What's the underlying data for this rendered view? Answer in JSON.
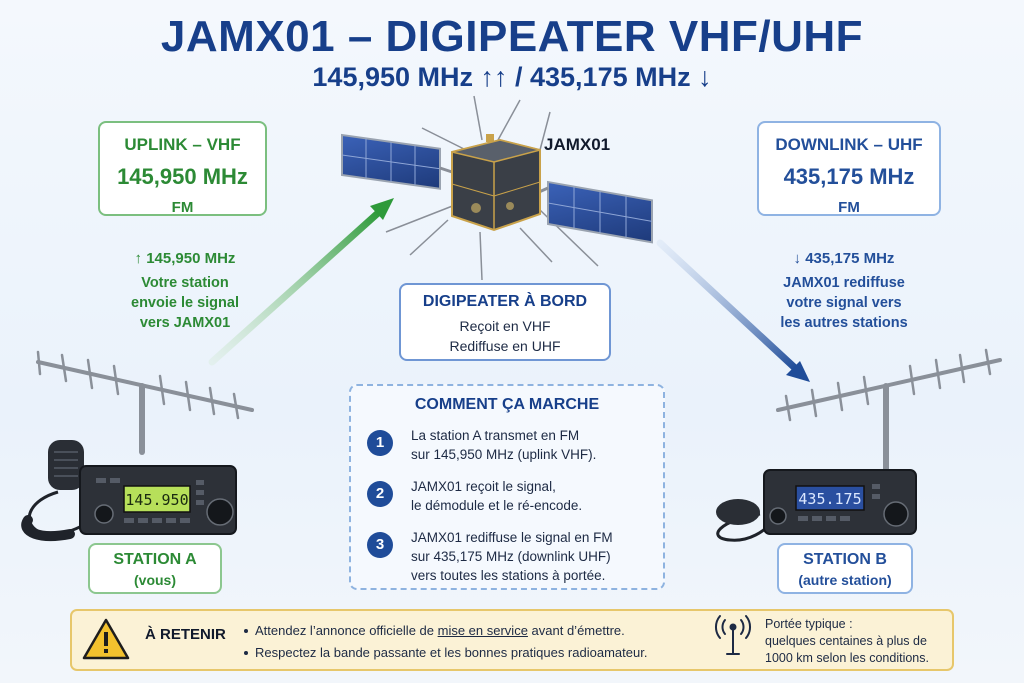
{
  "title": "JAMX01 – DIGIPEATER VHF/UHF",
  "subtitle": "145,950 MHz ↑↑ / 435,175 MHz ↓",
  "satellite": {
    "label": "JAMX01"
  },
  "uplink": {
    "heading": "UPLINK – VHF",
    "frequency": "145,950 MHz",
    "mode": "FM",
    "note_freq": "↑ 145,950 MHz",
    "note_lines": [
      "Votre station",
      "envoie le signal",
      "vers JAMX01"
    ]
  },
  "downlink": {
    "heading": "DOWNLINK – UHF",
    "frequency": "435,175 MHz",
    "mode": "FM",
    "note_freq": "↓ 435,175 MHz",
    "note_lines": [
      "JAMX01 rediffuse",
      "votre signal vers",
      "les autres stations"
    ]
  },
  "digipeater": {
    "heading": "DIGIPEATER À BORD",
    "line1": "Reçoit en VHF",
    "line2": "Rediffuse en UHF"
  },
  "how_it_works": {
    "heading": "COMMENT ÇA MARCHE",
    "steps": [
      {
        "number": "1",
        "lines": [
          "La station A transmet en FM",
          "sur 145,950 MHz (uplink VHF)."
        ]
      },
      {
        "number": "2",
        "lines": [
          "JAMX01 reçoit le signal,",
          "le démodule et le ré-encode."
        ]
      },
      {
        "number": "3",
        "lines": [
          "JAMX01 rediffuse le signal en FM",
          "sur 435,175 MHz (downlink UHF)",
          "vers toutes les stations à portée."
        ]
      }
    ]
  },
  "station_a": {
    "name": "STATION A",
    "role": "(vous)",
    "display": "145.950"
  },
  "station_b": {
    "name": "STATION B",
    "role": "(autre station)",
    "display": "435.175"
  },
  "reminder": {
    "heading": "À RETENIR",
    "bullet1_pre": "Attendez l’annonce officielle de ",
    "bullet1_link": "mise en service",
    "bullet1_post": " avant d’émettre.",
    "bullet2": "Respectez la bande passante et les bonnes pratiques radioamateur.",
    "range_lines": [
      "Portée typique :",
      "quelques centaines à plus de",
      "1000 km selon les conditions."
    ]
  },
  "colors": {
    "title": "#173f8a",
    "uplink": "#2c8a35",
    "downlink": "#234f9a",
    "warning": "#f2c12e"
  }
}
